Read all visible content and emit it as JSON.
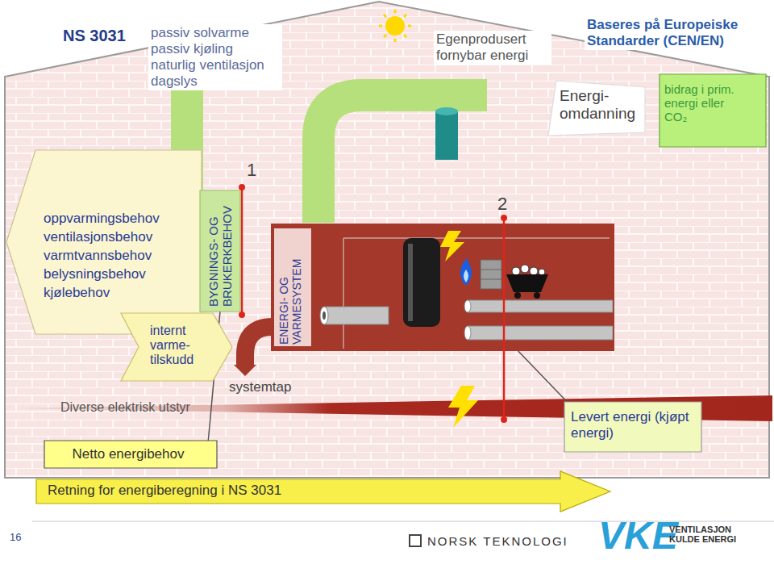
{
  "diagram": {
    "nodes": [
      {
        "text": [
          "Energi- omdanning"
        ]
      },
      {
        "text": [
          "bidrag i prim. energi eller CO₂"
        ]
      },
      {
        "text": [
          "oppvarmingsbehov ventilasjonsbehov varmtvannsbehov belysningsbehov kjølebehov"
        ]
      },
      {
        "text": [
          "BYGNINGS- OG BRUKERKBEHOV"
        ]
      },
      {
        "text": [
          "ENERGI- OG VARMESYSTEM"
        ]
      },
      {
        "text": [
          "internt varme- tilskudd"
        ]
      },
      {
        "text": [
          "Diverse elektrisk utstyr"
        ]
      },
      {
        "text": [
          "Netto energibehov"
        ]
      },
      {
        "text": [
          "Levert energi (kjøpt energi)"
        ]
      },
      {
        "text": [
          "Retning for energiberegning i NS 3031"
        ]
      }
    ],
    "edges": [
      {
        "from": 7,
        "to": 3,
        "arrow": "none"
      },
      {
        "from": 8,
        "to": 4,
        "arrow": "none"
      }
    ],
    "labels": [
      "NS 3031",
      "passiv solvarme passiv kjøling naturlig ventilasjon dagslys",
      "Egenprodusert fornybar energi",
      "Baseres på Europeiske Standarder (CEN/EN)",
      "1",
      "2",
      "systemtap",
      "16",
      "NORSK TEKNOLOGI",
      "VKE",
      "VENTILASJON KULDE ENERGI"
    ]
  }
}
